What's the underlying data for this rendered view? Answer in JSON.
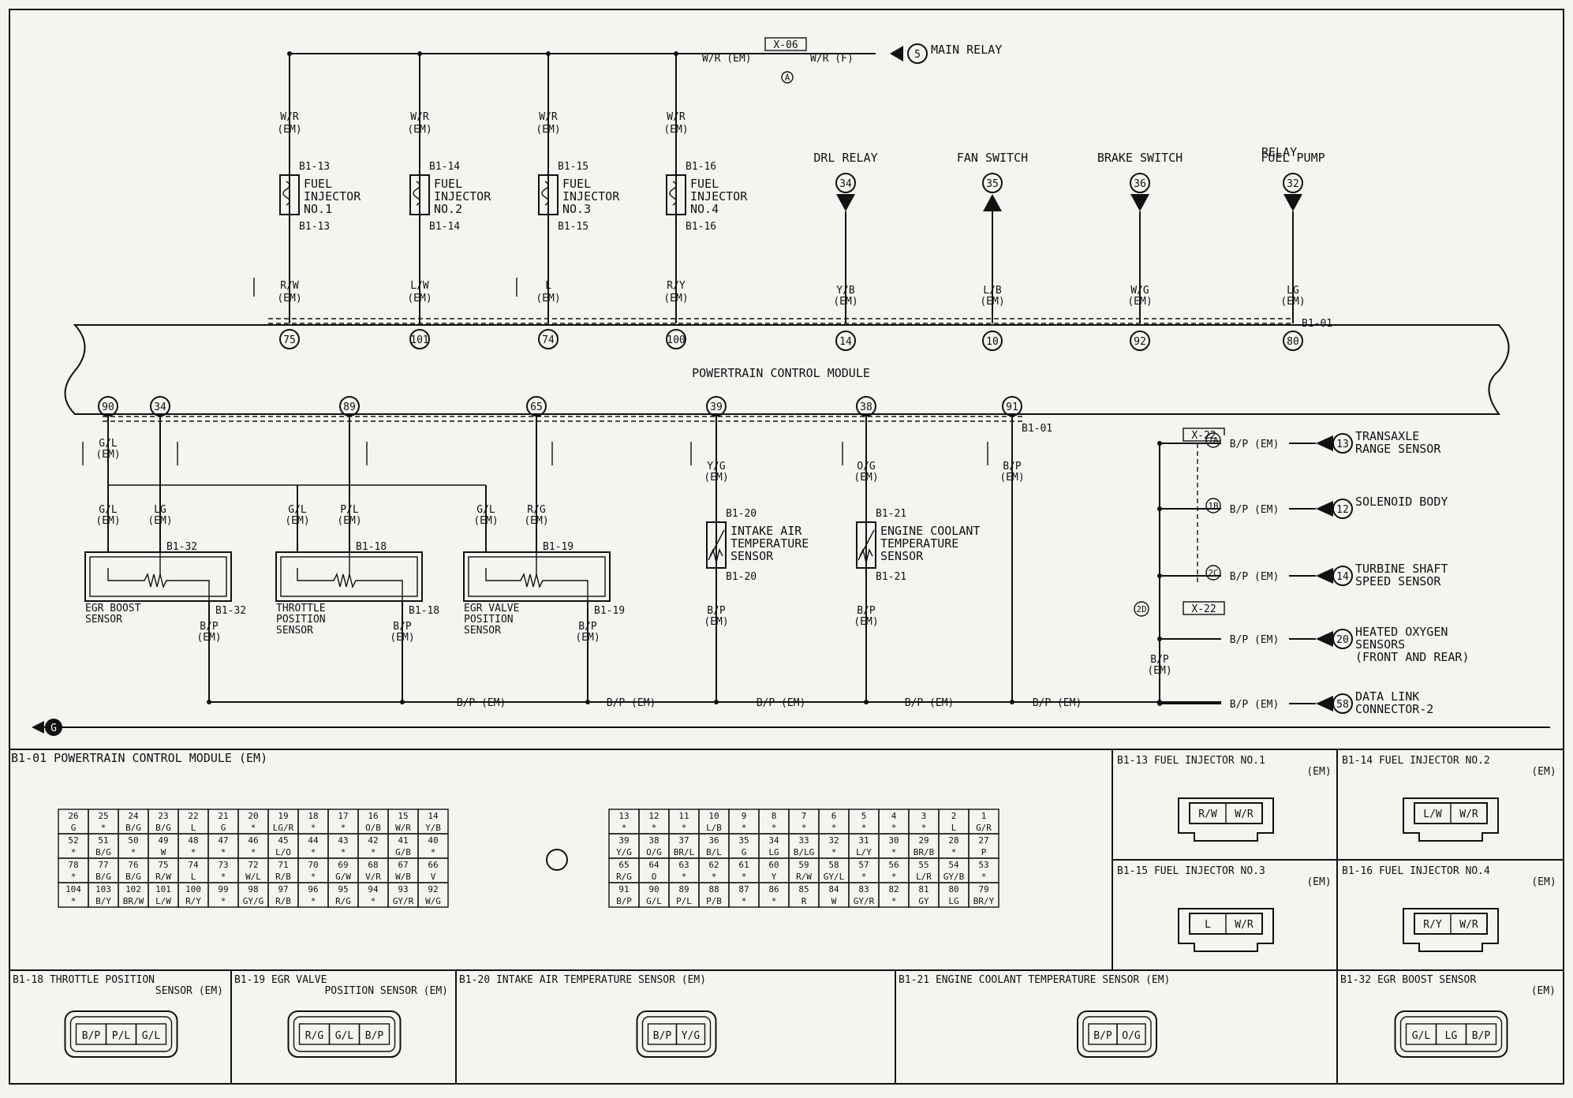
{
  "top": {
    "main_relay": {
      "label": "MAIN RELAY",
      "num": "5",
      "wire_em": "W/R (EM)",
      "wire_f": "W/R (F)",
      "connector": "X-06",
      "pin": "A"
    },
    "injectors": [
      {
        "wire_in": "W/R",
        "harness": "(EM)",
        "conn": "B1-13",
        "name": "FUEL",
        "name2": "INJECTOR",
        "name3": "NO.1",
        "wire_out": "R/W",
        "pin": "75"
      },
      {
        "wire_in": "W/R",
        "harness": "(EM)",
        "conn": "B1-14",
        "name": "FUEL",
        "name2": "INJECTOR",
        "name3": "NO.2",
        "wire_out": "L/W",
        "pin": "101"
      },
      {
        "wire_in": "W/R",
        "harness": "(EM)",
        "conn": "B1-15",
        "name": "FUEL",
        "name2": "INJECTOR",
        "name3": "NO.3",
        "wire_out": "L",
        "pin": "74"
      },
      {
        "wire_in": "W/R",
        "harness": "(EM)",
        "conn": "B1-16",
        "name": "FUEL",
        "name2": "INJECTOR",
        "name3": "NO.4",
        "wire_out": "R/Y",
        "pin": "100"
      }
    ],
    "inputs": [
      {
        "label": "DRL RELAY",
        "label2": "",
        "num": "34",
        "wire": "Y/B",
        "harness": "(EM)",
        "pin": "14"
      },
      {
        "label": "FAN SWITCH",
        "label2": "",
        "num": "35",
        "wire": "L/B",
        "harness": "(EM)",
        "pin": "10"
      },
      {
        "label": "BRAKE SWITCH",
        "label2": "",
        "num": "36",
        "wire": "W/G",
        "harness": "(EM)",
        "pin": "92"
      },
      {
        "label": "FUEL PUMP",
        "label2": "RELAY",
        "num": "32",
        "wire": "LG",
        "harness": "(EM)",
        "pin": "80"
      }
    ],
    "pcm_conn": "B1-01"
  },
  "pcm": {
    "label": "POWERTRAIN CONTROL MODULE",
    "conn": "B1-01"
  },
  "bottom": {
    "pins": [
      "90",
      "34",
      "89",
      "65",
      "39",
      "38",
      "91"
    ],
    "sensors": [
      {
        "name": "EGR BOOST",
        "name2": "SENSOR",
        "conn": "B1-32",
        "w1": "G/L",
        "w2": "LG",
        "w3": "B/P"
      },
      {
        "name": "THROTTLE",
        "name2": "POSITION",
        "name3": "SENSOR",
        "conn": "B1-18",
        "w1": "G/L",
        "w2": "P/L",
        "w3": "B/P"
      },
      {
        "name": "EGR VALVE",
        "name2": "POSITION",
        "name3": "SENSOR",
        "conn": "B1-19",
        "w1": "G/L",
        "w2": "R/G",
        "w3": "B/P"
      }
    ],
    "iat": {
      "name": "INTAKE AIR",
      "name2": "TEMPERATURE",
      "name3": "SENSOR",
      "conn": "B1-20",
      "wire": "Y/G",
      "ret": "B/P"
    },
    "ect": {
      "name": "ENGINE COOLANT",
      "name2": "TEMPERATURE",
      "name3": "SENSOR",
      "conn": "B1-21",
      "wire": "O/G",
      "ret": "B/P"
    },
    "harness": "(EM)",
    "gl": "G/L",
    "bp_pin91": "B/P",
    "ground_bus": "B/P (EM)",
    "ground_symbol": "G",
    "x22": "X-22",
    "right": [
      {
        "label": "TRANSAXLE",
        "label2": "RANGE SENSOR",
        "num": "13",
        "wire": "B/P (EM)",
        "pin": "1A"
      },
      {
        "label": "SOLENOID BODY",
        "label2": "",
        "num": "12",
        "wire": "B/P (EM)",
        "pin": "1B"
      },
      {
        "label": "TURBINE SHAFT",
        "label2": "SPEED SENSOR",
        "num": "14",
        "wire": "B/P (EM)",
        "pin": "2C"
      },
      {
        "label": "HEATED OXYGEN",
        "label2": "SENSORS",
        "label3": "(FRONT AND REAR)",
        "num": "20",
        "wire": "B/P (EM)"
      },
      {
        "label": "DATA LINK",
        "label2": "CONNECTOR-2",
        "num": "58",
        "wire": "B/P (EM)"
      }
    ],
    "x22_pin": "2D"
  },
  "connectors": {
    "pcm_title": "B1-01 POWERTRAIN CONTROL MODULE (EM)",
    "left_rows": [
      [
        [
          "26",
          "G"
        ],
        [
          "25",
          "*"
        ],
        [
          "24",
          "B/G"
        ],
        [
          "23",
          "B/G"
        ],
        [
          "22",
          "L"
        ],
        [
          "21",
          "G"
        ],
        [
          "20",
          "*"
        ],
        [
          "19",
          "LG/R"
        ],
        [
          "18",
          "*"
        ],
        [
          "17",
          "*"
        ],
        [
          "16",
          "O/B"
        ],
        [
          "15",
          "W/R"
        ],
        [
          "14",
          "Y/B"
        ]
      ],
      [
        [
          "52",
          "*"
        ],
        [
          "51",
          "B/G"
        ],
        [
          "50",
          "*"
        ],
        [
          "49",
          "W"
        ],
        [
          "48",
          "*"
        ],
        [
          "47",
          "*"
        ],
        [
          "46",
          "*"
        ],
        [
          "45",
          "L/O"
        ],
        [
          "44",
          "*"
        ],
        [
          "43",
          "*"
        ],
        [
          "42",
          "*"
        ],
        [
          "41",
          "G/B"
        ],
        [
          "40",
          "*"
        ]
      ],
      [
        [
          "78",
          "*"
        ],
        [
          "77",
          "B/G"
        ],
        [
          "76",
          "B/G"
        ],
        [
          "75",
          "R/W"
        ],
        [
          "74",
          "L"
        ],
        [
          "73",
          "*"
        ],
        [
          "72",
          "W/L"
        ],
        [
          "71",
          "R/B"
        ],
        [
          "70",
          "*"
        ],
        [
          "69",
          "G/W"
        ],
        [
          "68",
          "V/R"
        ],
        [
          "67",
          "W/B"
        ],
        [
          "66",
          "V"
        ]
      ],
      [
        [
          "104",
          "*"
        ],
        [
          "103",
          "B/Y"
        ],
        [
          "102",
          "BR/W"
        ],
        [
          "101",
          "L/W"
        ],
        [
          "100",
          "R/Y"
        ],
        [
          "99",
          "*"
        ],
        [
          "98",
          "GY/G"
        ],
        [
          "97",
          "R/B"
        ],
        [
          "96",
          "*"
        ],
        [
          "95",
          "R/G"
        ],
        [
          "94",
          "*"
        ],
        [
          "93",
          "GY/R"
        ],
        [
          "92",
          "W/G"
        ]
      ]
    ],
    "right_rows": [
      [
        [
          "13",
          "*"
        ],
        [
          "12",
          "*"
        ],
        [
          "11",
          "*"
        ],
        [
          "10",
          "L/B"
        ],
        [
          "9",
          "*"
        ],
        [
          "8",
          "*"
        ],
        [
          "7",
          "*"
        ],
        [
          "6",
          "*"
        ],
        [
          "5",
          "*"
        ],
        [
          "4",
          "*"
        ],
        [
          "3",
          "*"
        ],
        [
          "2",
          "L"
        ],
        [
          "1",
          "G/R"
        ]
      ],
      [
        [
          "39",
          "Y/G"
        ],
        [
          "38",
          "O/G"
        ],
        [
          "37",
          "BR/L"
        ],
        [
          "36",
          "B/L"
        ],
        [
          "35",
          "G"
        ],
        [
          "34",
          "LG"
        ],
        [
          "33",
          "B/LG"
        ],
        [
          "32",
          "*"
        ],
        [
          "31",
          "L/Y"
        ],
        [
          "30",
          "*"
        ],
        [
          "29",
          "BR/B"
        ],
        [
          "28",
          "*"
        ],
        [
          "27",
          "P"
        ]
      ],
      [
        [
          "65",
          "R/G"
        ],
        [
          "64",
          "O"
        ],
        [
          "63",
          "*"
        ],
        [
          "62",
          "*"
        ],
        [
          "61",
          "*"
        ],
        [
          "60",
          "Y"
        ],
        [
          "59",
          "R/W"
        ],
        [
          "58",
          "GY/L"
        ],
        [
          "57",
          "*"
        ],
        [
          "56",
          "*"
        ],
        [
          "55",
          "L/R"
        ],
        [
          "54",
          "GY/B"
        ],
        [
          "53",
          "*"
        ]
      ],
      [
        [
          "91",
          "B/P"
        ],
        [
          "90",
          "G/L"
        ],
        [
          "89",
          "P/L"
        ],
        [
          "88",
          "P/B"
        ],
        [
          "87",
          "*"
        ],
        [
          "86",
          "*"
        ],
        [
          "85",
          "R"
        ],
        [
          "84",
          "W"
        ],
        [
          "83",
          "GY/R"
        ],
        [
          "82",
          "*"
        ],
        [
          "81",
          "GY"
        ],
        [
          "80",
          "LG"
        ],
        [
          "79",
          "BR/Y"
        ]
      ]
    ],
    "inj_views": [
      {
        "title": "B1-13 FUEL INJECTOR NO.1",
        "sub": "(EM)",
        "pins": [
          "R/W",
          "W/R"
        ]
      },
      {
        "title": "B1-14 FUEL INJECTOR NO.2",
        "sub": "(EM)",
        "pins": [
          "L/W",
          "W/R"
        ]
      },
      {
        "title": "B1-15 FUEL INJECTOR NO.3",
        "sub": "(EM)",
        "pins": [
          "L",
          "W/R"
        ]
      },
      {
        "title": "B1-16 FUEL INJECTOR NO.4",
        "sub": "(EM)",
        "pins": [
          "R/Y",
          "W/R"
        ]
      }
    ],
    "sensor_views": [
      {
        "title": "B1-18 THROTTLE POSITION",
        "sub": "SENSOR (EM)",
        "pins": [
          "B/P",
          "P/L",
          "G/L"
        ]
      },
      {
        "title": "B1-19 EGR VALVE",
        "sub": "POSITION SENSOR (EM)",
        "pins": [
          "R/G",
          "G/L",
          "B/P"
        ]
      },
      {
        "title": "B1-20 INTAKE AIR TEMPERATURE SENSOR (EM)",
        "sub": "",
        "pins": [
          "B/P",
          "Y/G"
        ]
      },
      {
        "title": "B1-21 ENGINE COOLANT TEMPERATURE SENSOR (EM)",
        "sub": "",
        "pins": [
          "B/P",
          "O/G"
        ]
      },
      {
        "title": "B1-32 EGR BOOST SENSOR",
        "sub": "(EM)",
        "pins": [
          "G/L",
          "LG",
          "B/P"
        ]
      }
    ]
  }
}
